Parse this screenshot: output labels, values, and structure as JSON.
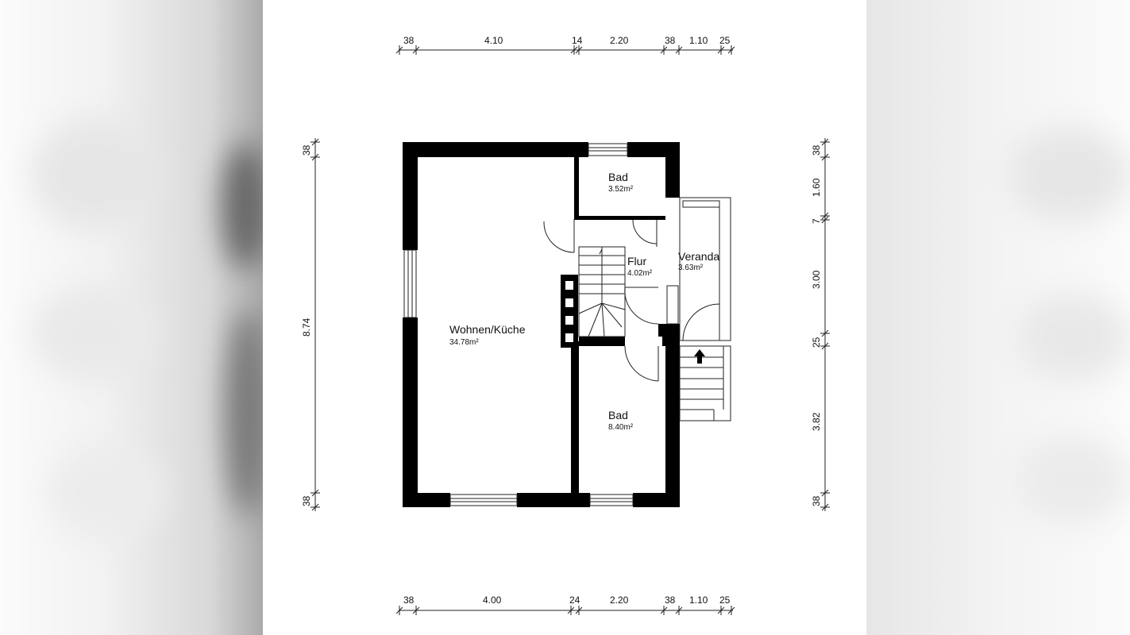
{
  "rooms": {
    "living": {
      "name": "Wohnen/Küche",
      "area": "34.78m²"
    },
    "bath_top": {
      "name": "Bad",
      "area": "3.52m²"
    },
    "hall": {
      "name": "Flur",
      "area": "4.02m²"
    },
    "veranda": {
      "name": "Veranda",
      "area": "3.63m²"
    },
    "bath_bottom": {
      "name": "Bad",
      "area": "8.40m²"
    }
  },
  "dimensions": {
    "top": [
      "38",
      "4.10",
      "14",
      "2.20",
      "38",
      "1.10",
      "25"
    ],
    "bottom": [
      "38",
      "4.00",
      "24",
      "2.20",
      "38",
      "1.10",
      "25"
    ],
    "left": [
      "38",
      "8.74",
      "38"
    ],
    "right": [
      "38",
      "1.60",
      "7",
      "3.00",
      "25",
      "3.82",
      "38"
    ]
  },
  "colors": {
    "wall": "#000000",
    "line": "#222222",
    "background": "#ffffff"
  }
}
